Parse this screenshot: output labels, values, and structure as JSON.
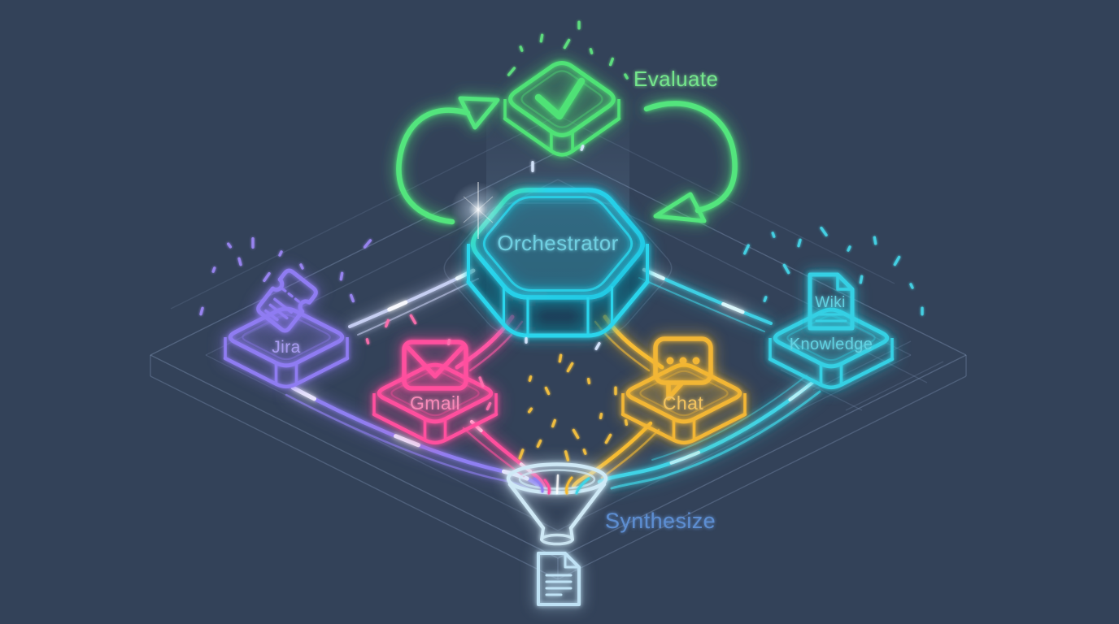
{
  "background_color": "#334259",
  "orchestrator": {
    "label": "Orchestrator",
    "color": "#2ad5ec",
    "text_color": "#6fd0e2"
  },
  "evaluate": {
    "label": "Evaluate",
    "icon": "checkmark-icon",
    "color": "#4fe276",
    "text_color": "#74e68c"
  },
  "cycle": {
    "icon": "circular-arrows-icon",
    "color": "#52e57d"
  },
  "synthesize": {
    "label": "Synthesize",
    "icon": "funnel-icon",
    "icon_color": "#cfe9f6",
    "text_color": "#5d8ed2"
  },
  "output": {
    "icon": "document-icon",
    "color": "#bfe2f5"
  },
  "nodes": [
    {
      "id": "jira",
      "label": "Jira",
      "icon": "ticket-icon",
      "color": "#8f7bf2",
      "text_color": "#a89cf0"
    },
    {
      "id": "gmail",
      "label": "Gmail",
      "icon": "envelope-icon",
      "color": "#ff4f9e",
      "text_color": "#f78ab8"
    },
    {
      "id": "chat",
      "label": "Chat",
      "icon": "chat-bubble-icon",
      "color": "#f2b636",
      "text_color": "#f2c35e"
    },
    {
      "id": "knowledge",
      "label": "Knowledge",
      "icon": "wiki-document-icon",
      "icon_label": "Wiki",
      "color": "#35d0e4",
      "text_color": "#62d2e2"
    }
  ],
  "streams": {
    "orchestrator_to_jira": "#cdd5f8",
    "orchestrator_to_knowledge": "#3fd6ea",
    "orchestrator_to_gmail": "#ff57a5",
    "orchestrator_to_chat": "#f8bd36",
    "jira_to_funnel": "#8f7ff2",
    "gmail_to_funnel": "#ff4f9e",
    "chat_to_funnel": "#f7bc33",
    "knowledge_to_funnel": "#3fd4e6"
  }
}
